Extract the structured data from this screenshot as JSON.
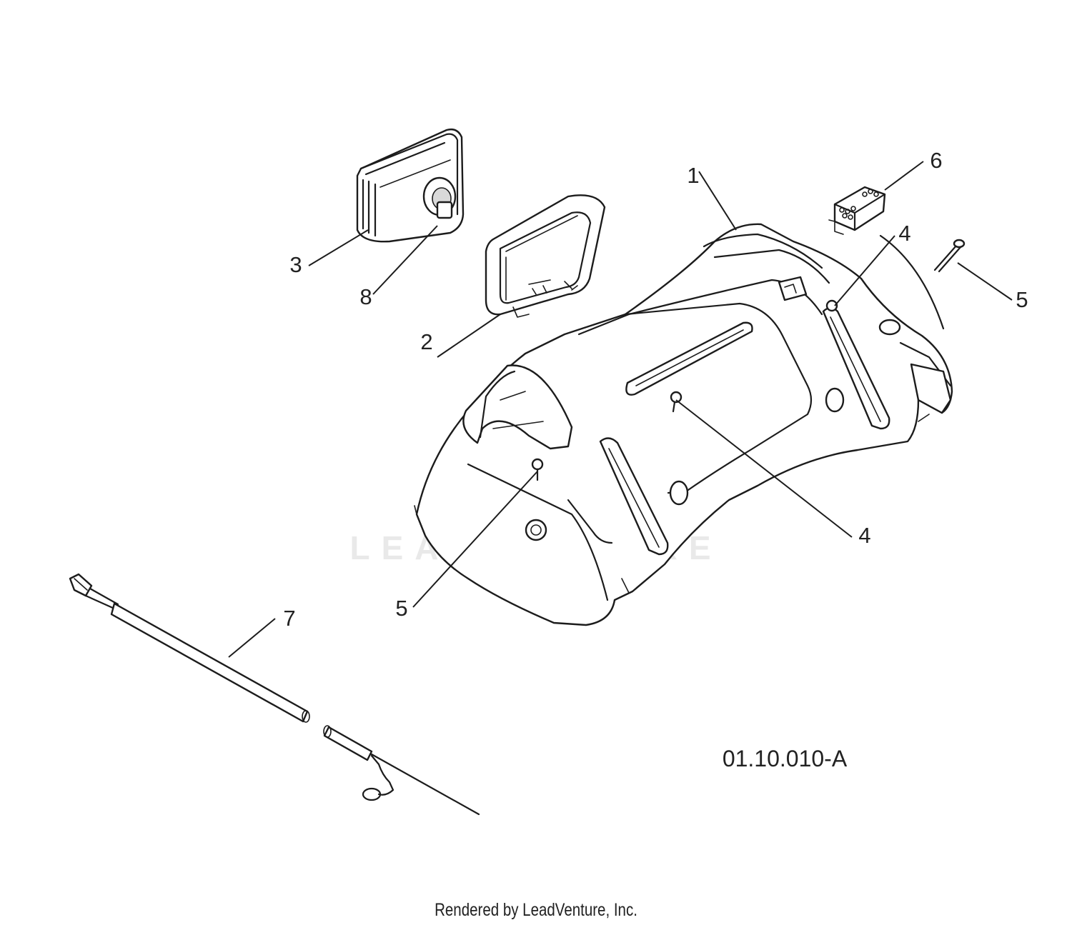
{
  "callouts": {
    "c1": "1",
    "c2": "2",
    "c3": "3",
    "c4a": "4",
    "c4b": "4",
    "c5a": "5",
    "c5b": "5",
    "c6": "6",
    "c7": "7",
    "c8": "8"
  },
  "figure_code": "01.10.010-A",
  "watermark": "LEADVENTURE",
  "footer": "Rendered by LeadVenture, Inc."
}
